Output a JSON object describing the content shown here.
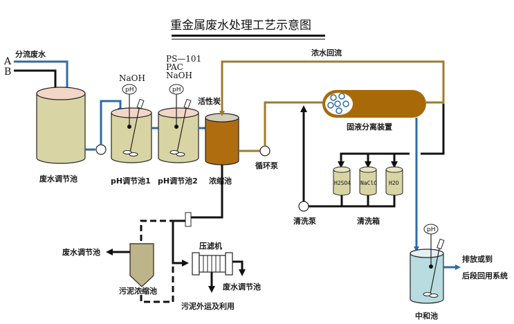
{
  "title": "重金属废水处理工艺示意图",
  "colors": {
    "blue_pipe": "#2e6aa6",
    "black_pipe": "#111111",
    "brown_pipe": "#a07a2a",
    "tank_fill": "#d8d4a4",
    "tank_top": "#f2d6c8",
    "concentrator_fill": "#b06d10",
    "separator_fill": "#a86a08",
    "neutral_fill": "#b8dce0"
  },
  "inputs": {
    "a": "A",
    "b": "B",
    "split_label": "分流废水"
  },
  "tanks": {
    "wastewater_regulating": "废水调节池",
    "ph1": "pH调节池1",
    "ph2": "pH调节池2",
    "concentrator": "浓缩池",
    "neutralization": "中和池",
    "sludge_thickener": "污泥浓缩池"
  },
  "reagents": {
    "ph1": "NaOH",
    "ph2_line1": "PS—101",
    "ph2_line2": "PAC",
    "ph2_line3": "NaOH",
    "activated_carbon": "活性炭"
  },
  "ph_label": "pH",
  "equipment": {
    "circulation_pump": "循环泵",
    "separator": "固液分离装置",
    "concentrate_return": "浓水回流",
    "cleaning_pump": "清洗泵",
    "cleaning_tanks": "清洗箱",
    "filter_press": "压滤机"
  },
  "cleaning_tanks": [
    "H2SO4",
    "NaClO",
    "H2O"
  ],
  "outputs": {
    "to_regulating_left": "废水调节池",
    "to_regulating_right": "废水调节池",
    "sludge_out": "污泥外运及利用",
    "discharge_line1": "排放或到",
    "discharge_line2": "后段回用系统"
  }
}
